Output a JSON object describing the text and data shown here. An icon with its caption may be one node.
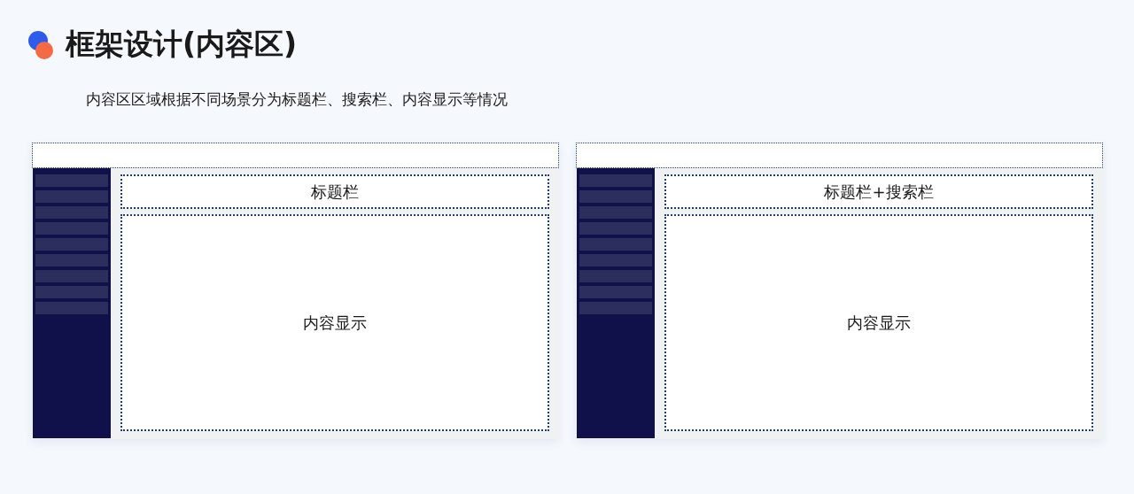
{
  "diagram": {
    "title": "框架设计(内容区)",
    "nodes": [
      {
        "text": [],
        "shape": "box"
      },
      {
        "text": [],
        "shape": "box",
        "in": 0
      },
      {
        "text": [],
        "shape": "bar",
        "in": 0
      },
      {
        "text": [
          "标题栏"
        ],
        "in": 0
      },
      {
        "text": [
          "内容显示"
        ],
        "in": 0
      },
      {
        "text": [],
        "shape": "box"
      },
      {
        "text": [],
        "shape": "box",
        "in": 5
      },
      {
        "text": [],
        "shape": "bar",
        "in": 5
      },
      {
        "text": [
          "标题栏+搜索栏"
        ],
        "in": 5
      },
      {
        "text": [
          "内容显示"
        ],
        "in": 5
      }
    ],
    "labels": [
      "内容区区域根据不同场景分为标题栏、搜索栏、内容显示等情况"
    ]
  }
}
